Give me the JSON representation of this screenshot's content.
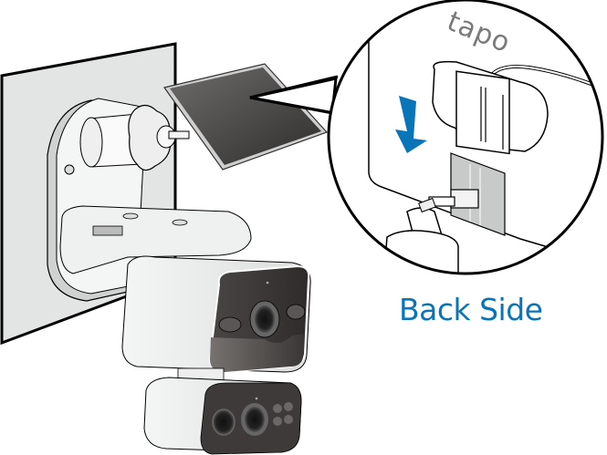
{
  "illustration": {
    "subject": "Solar panel connected to outdoor camera mounted on wall",
    "callout": {
      "caption": "Back Side",
      "brand_logo_text": "tapo",
      "arrow_direction": "down"
    },
    "colors": {
      "accent_blue": "#0a74b8",
      "wall": "#e3e4e4",
      "panel_dark": "#4a4847",
      "camera_face": "#3e3a39",
      "port_gray": "#c8c9c9",
      "outline": "#000000"
    }
  }
}
